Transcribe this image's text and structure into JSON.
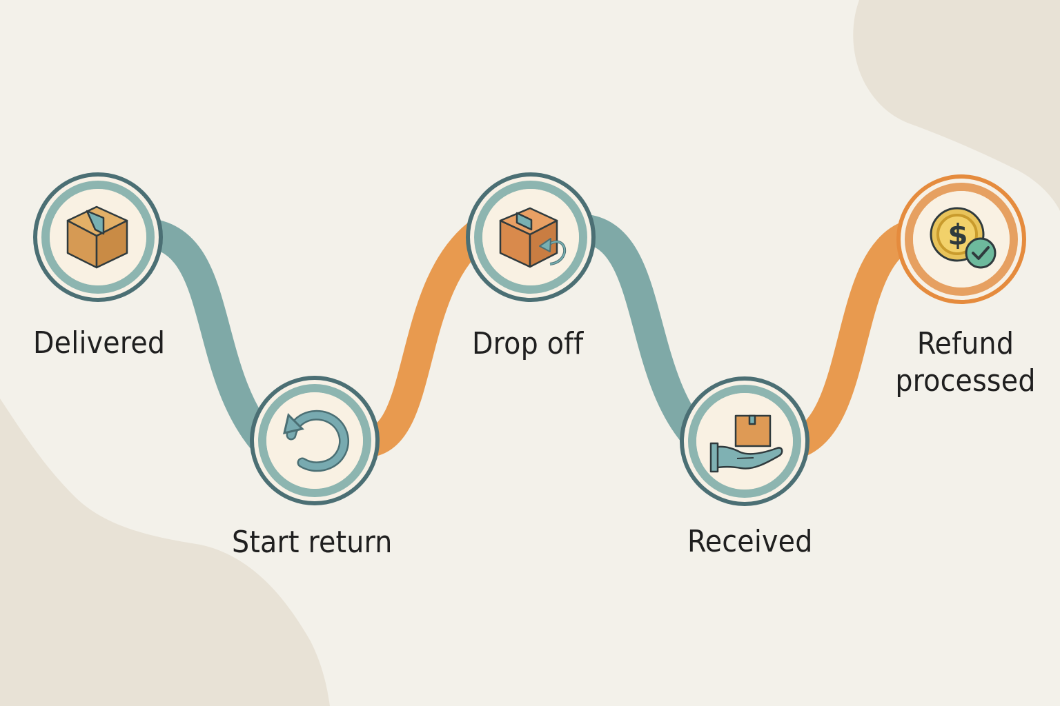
{
  "diagram": {
    "steps": [
      {
        "id": "delivered",
        "label": "Delivered",
        "icon": "package-box-icon",
        "ring_color": "#4b6f74"
      },
      {
        "id": "start-return",
        "label": "Start return",
        "icon": "return-arrow-icon",
        "ring_color": "#4b6f74"
      },
      {
        "id": "drop-off",
        "label": "Drop off",
        "icon": "package-return-icon",
        "ring_color": "#4b6f74"
      },
      {
        "id": "received",
        "label": "Received",
        "icon": "hand-package-icon",
        "ring_color": "#4b6f74"
      },
      {
        "id": "refund-processed",
        "label_line1": "Refund",
        "label_line2": "processed",
        "icon": "refund-coin-check-icon",
        "ring_color": "#e58b3d"
      }
    ],
    "colors": {
      "background": "#f3f1ea",
      "teal": "#7fa9a7",
      "orange": "#e89a4f",
      "dark_teal": "#4b6f74",
      "node_fill": "#f8efdf",
      "text": "#1f1f1f"
    }
  }
}
